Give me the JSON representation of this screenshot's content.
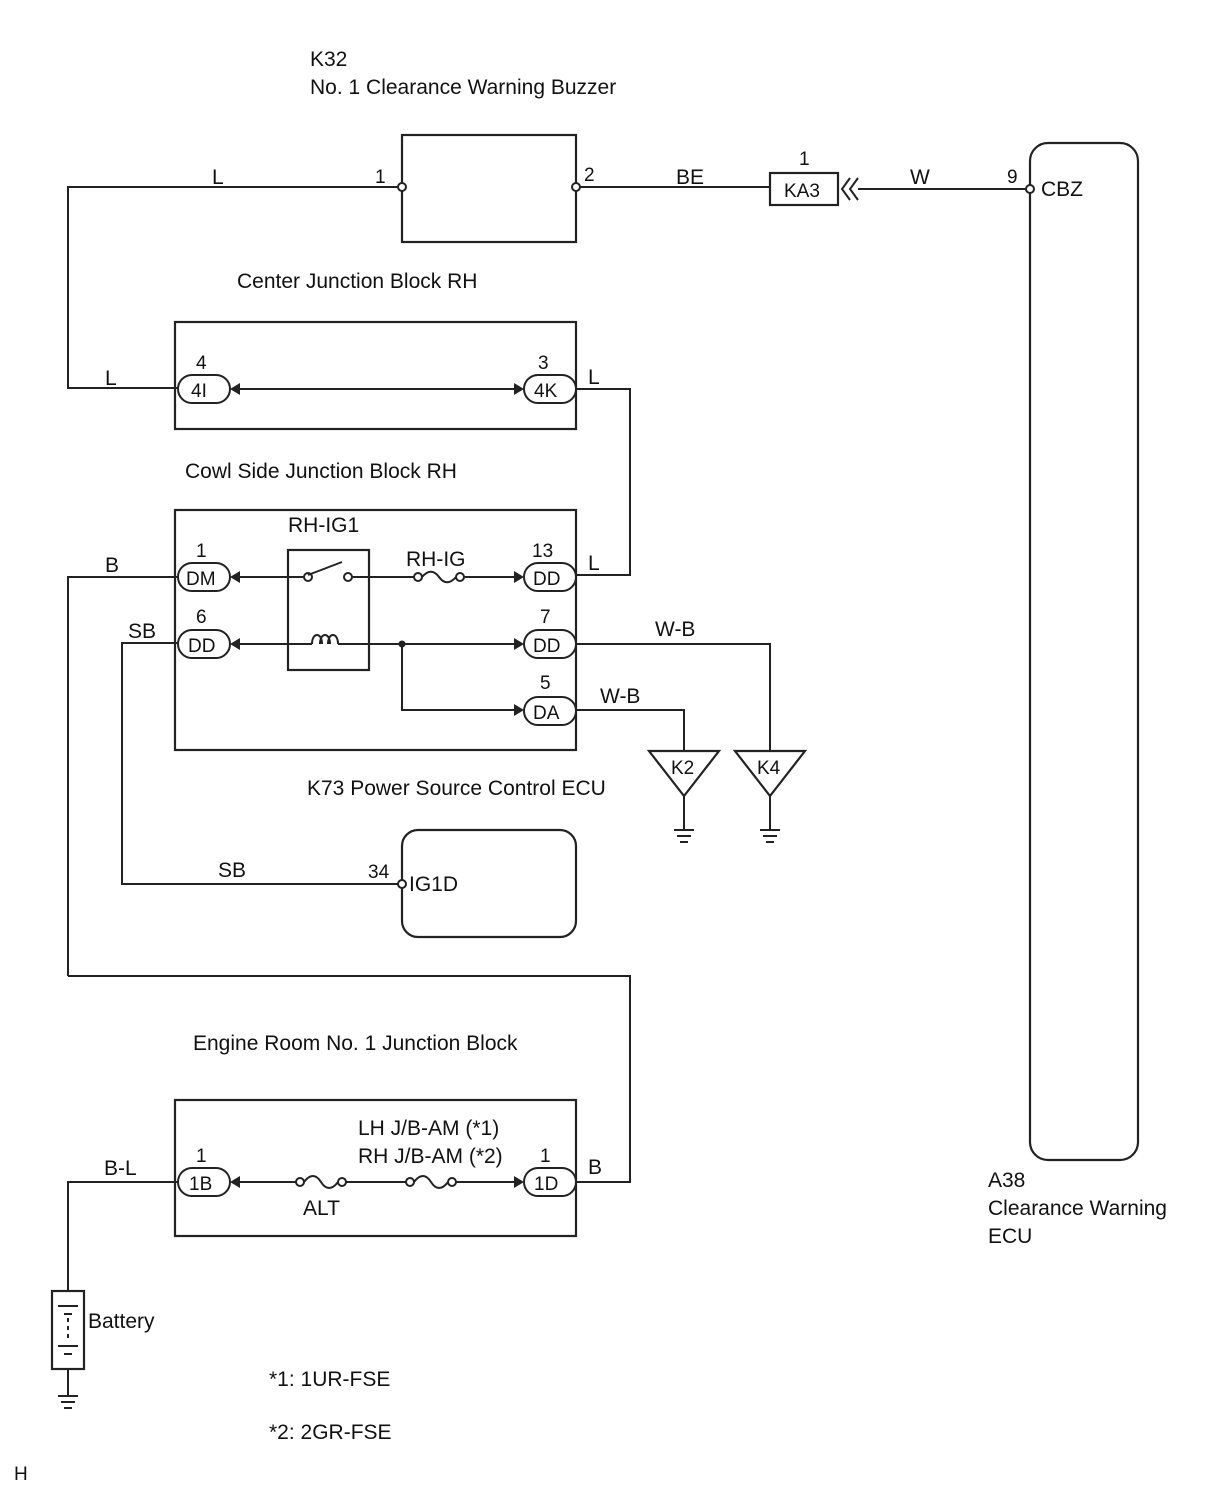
{
  "components": {
    "buzzer": {
      "id": "K32",
      "name": "No. 1 Clearance Warning Buzzer",
      "pins": {
        "p1": "1",
        "p2": "2"
      }
    },
    "ecu_a38": {
      "id": "A38",
      "name_line1": "Clearance Warning",
      "name_line2": "ECU",
      "pin_num": "9",
      "pin_name": "CBZ"
    },
    "ka3": {
      "label": "KA3",
      "pin": "1"
    },
    "cjb": {
      "name": "Center Junction Block RH",
      "left": {
        "num": "4",
        "conn": "4I"
      },
      "right": {
        "num": "3",
        "conn": "4K"
      }
    },
    "cowl": {
      "name": "Cowl Side Junction Block RH",
      "relay": "RH-IG1",
      "fuse": "RH-IG",
      "pins": [
        {
          "num": "1",
          "conn": "DM"
        },
        {
          "num": "6",
          "conn": "DD"
        },
        {
          "num": "13",
          "conn": "DD"
        },
        {
          "num": "7",
          "conn": "DD"
        },
        {
          "num": "5",
          "conn": "DA"
        }
      ]
    },
    "k73": {
      "name": "K73 Power Source Control ECU",
      "pin_num": "34",
      "pin_name": "IG1D"
    },
    "engine_jb": {
      "name": "Engine Room No. 1 Junction Block",
      "fuse_left": "ALT",
      "fuse_right_1": "LH J/B-AM (*1)",
      "fuse_right_2": "RH J/B-AM (*2)",
      "left": {
        "num": "1",
        "conn": "1B"
      },
      "right": {
        "num": "1",
        "conn": "1D"
      }
    },
    "grounds": [
      "K2",
      "K4"
    ],
    "battery": "Battery"
  },
  "wires": {
    "buzzer_to_cjb": "L",
    "buzzer_to_ka3": "BE",
    "ka3_to_ecu": "W",
    "cjb_left": "L",
    "cjb_right": "L",
    "cowl_13": "L",
    "cowl_1": "B",
    "cowl_6": "SB",
    "cowl_7": "W-B",
    "cowl_5": "W-B",
    "k73_in": "SB",
    "ejb_left": "B-L",
    "ejb_right": "B"
  },
  "notes": [
    "*1: 1UR-FSE",
    "*2: 2GR-FSE"
  ],
  "corner_mark": "H"
}
